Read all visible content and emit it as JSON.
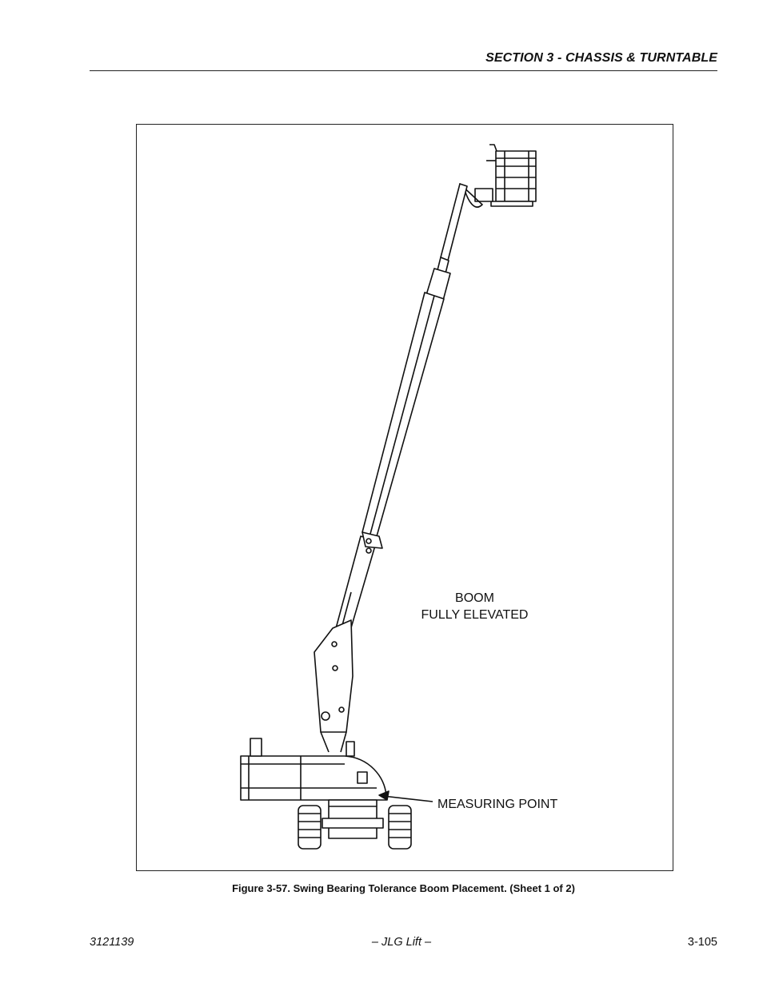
{
  "header": {
    "section_title": "SECTION 3 - CHASSIS & TURNTABLE"
  },
  "figure": {
    "labels": {
      "boom_line1": "BOOM",
      "boom_line2": "FULLY ELEVATED",
      "measuring_point": "MEASURING POINT"
    },
    "caption": "Figure 3-57.  Swing Bearing Tolerance Boom Placement. (Sheet 1 of 2)"
  },
  "footer": {
    "doc_number": "3121139",
    "brand": "– JLG Lift –",
    "page_number": "3-105"
  }
}
